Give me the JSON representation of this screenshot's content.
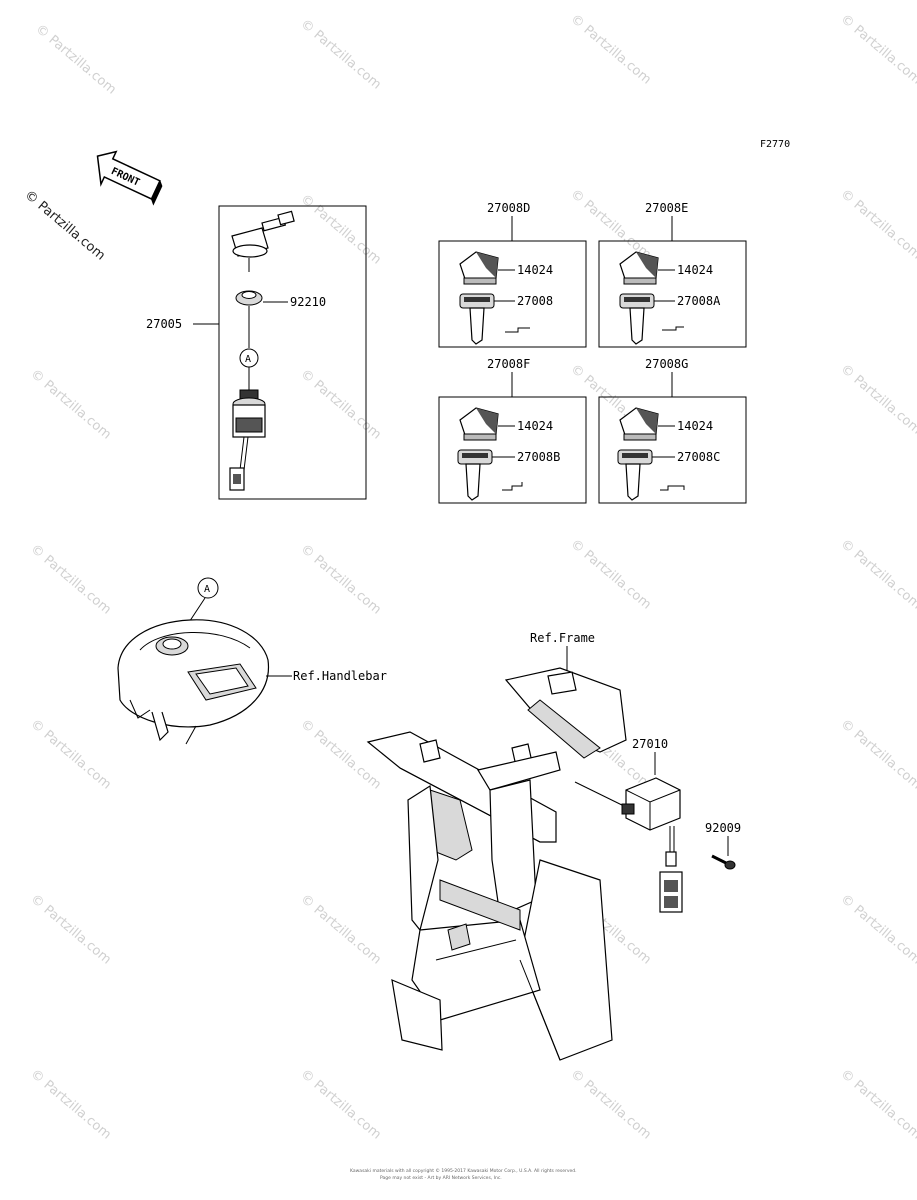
{
  "diagram": {
    "figure_code": "F2770",
    "front_label": "FRONT",
    "watermarks": [
      "© Partzilla.com"
    ],
    "labels": {
      "p27005": "27005",
      "p92210": "92210",
      "circle_a_top": "A",
      "circle_a_bottom": "A",
      "p27008D": "27008D",
      "p27008E": "27008E",
      "p27008F": "27008F",
      "p27008G": "27008G",
      "d_14024": "14024",
      "d_27008": "27008",
      "e_14024": "14024",
      "e_27008A": "27008A",
      "f_14024": "14024",
      "f_27008B": "27008B",
      "g_14024": "14024",
      "g_27008C": "27008C",
      "ref_handlebar": "Ref.Handlebar",
      "ref_frame": "Ref.Frame",
      "p27010": "27010",
      "p92009": "92009"
    },
    "footer": {
      "line1": "Kawasaki materials with all copyright © 1995-2017 Kawasaki Motor Corp., U.S.A. All rights reserved.",
      "line2": "Page may not exist - Art by ARI Network Services, Inc."
    }
  }
}
